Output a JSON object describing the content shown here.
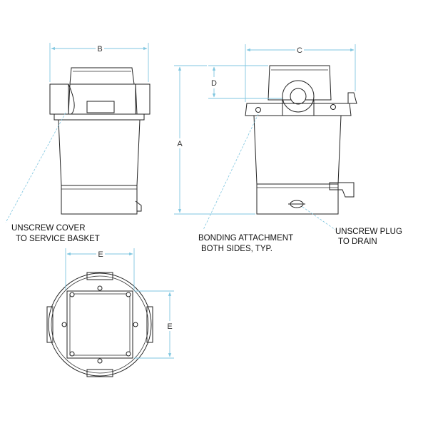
{
  "dimensions": {
    "a": "A",
    "b": "B",
    "c": "C",
    "d": "D",
    "e_top": "E",
    "e_side": "E"
  },
  "notes": {
    "unscrew_cover": {
      "line1": "UNSCREW COVER",
      "line2": "TO SERVICE BASKET"
    },
    "bonding": {
      "line1": "BONDING ATTACHMENT",
      "line2": "BOTH SIDES, TYP."
    },
    "drain": {
      "line1": "UNSCREW PLUG",
      "line2": "TO DRAIN"
    }
  },
  "colors": {
    "line": "#222222",
    "dimension": "#7fc6e0"
  }
}
